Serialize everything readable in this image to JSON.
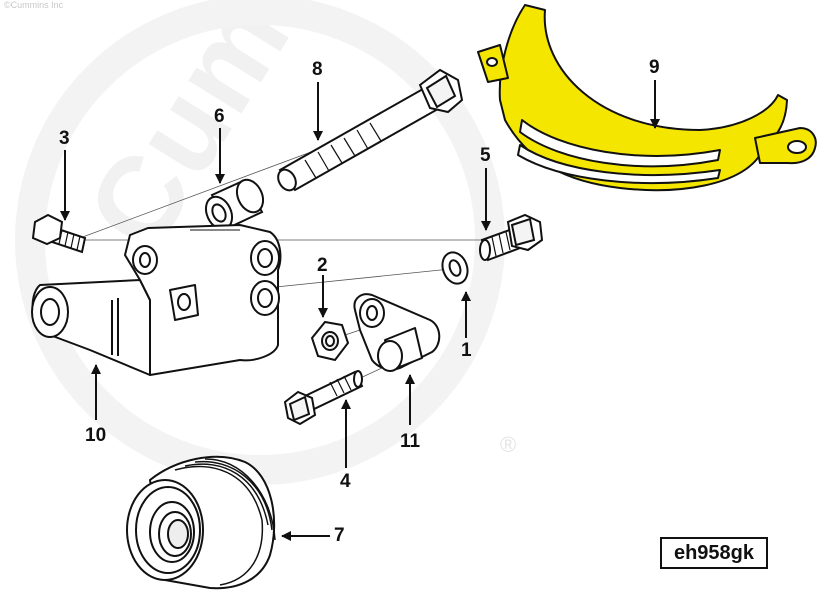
{
  "copyright": "©Cummins Inc",
  "watermark": "Cummins",
  "registered": "®",
  "diagram_code": "eh958gk",
  "highlight_color": "#f5e600",
  "callouts": [
    {
      "id": "1",
      "label": "1"
    },
    {
      "id": "2",
      "label": "2"
    },
    {
      "id": "3",
      "label": "3"
    },
    {
      "id": "4",
      "label": "4"
    },
    {
      "id": "5",
      "label": "5"
    },
    {
      "id": "6",
      "label": "6"
    },
    {
      "id": "7",
      "label": "7"
    },
    {
      "id": "8",
      "label": "8"
    },
    {
      "id": "9",
      "label": "9"
    },
    {
      "id": "10",
      "label": "10"
    },
    {
      "id": "11",
      "label": "11"
    }
  ]
}
